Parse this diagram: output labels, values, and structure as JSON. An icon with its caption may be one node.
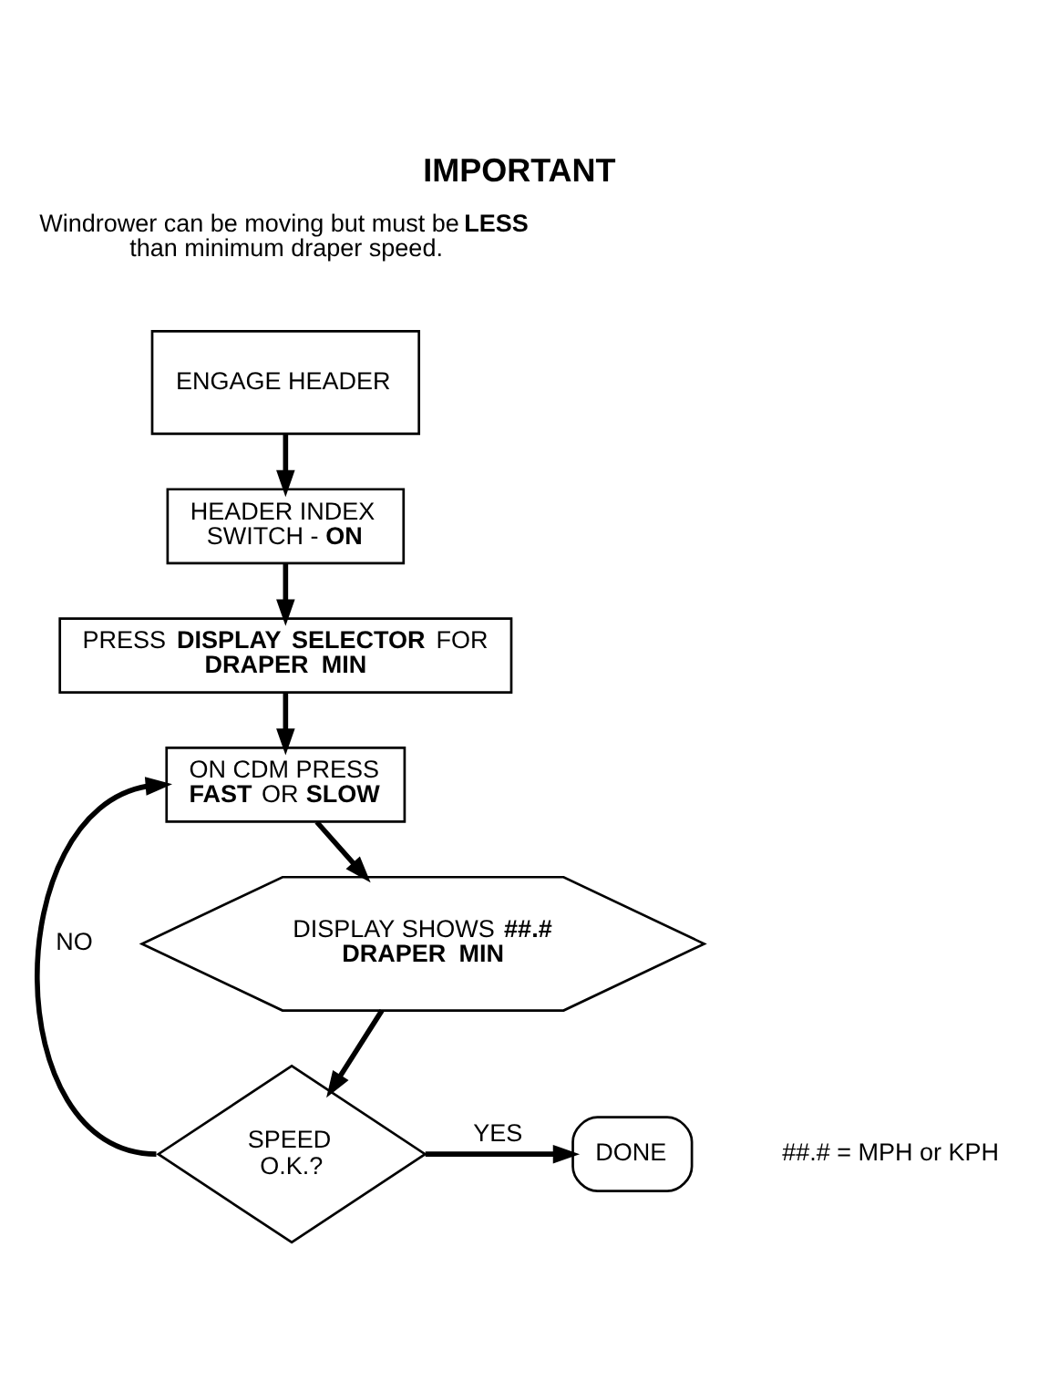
{
  "diagram": {
    "title": "IMPORTANT",
    "nodes": [
      {
        "text": [
          "ENGAGE HEADER"
        ]
      },
      {
        "text": [
          "HEADER INDEX SWITCH - **ON**"
        ]
      },
      {
        "text": [
          "PRESS **DISPLAY SELECTOR** FOR **DRAPER MIN**"
        ]
      },
      {
        "text": [
          "ON CDM PRESS **FAST** OR **SLOW**"
        ]
      },
      {
        "text": [
          "DISPLAY SHOWS **##.# DRAPER MIN**"
        ]
      },
      {
        "text": [
          "SPEED O.K.?"
        ]
      },
      {
        "text": [
          "DONE"
        ]
      }
    ],
    "edges": [
      {
        "from": 0,
        "to": 1,
        "arrow": "to"
      },
      {
        "from": 1,
        "to": 2,
        "arrow": "to"
      },
      {
        "from": 2,
        "to": 3,
        "arrow": "to"
      },
      {
        "from": 3,
        "to": 4,
        "arrow": "to"
      },
      {
        "from": 4,
        "to": 5,
        "arrow": "to"
      },
      {
        "from": 5,
        "to": 6,
        "label": "YES",
        "arrow": "to"
      },
      {
        "from": 5,
        "to": 3,
        "label": "NO",
        "arrow": "to"
      }
    ],
    "labels": [
      "Windrower can be moving but must be **LESS** than minimum draper speed.",
      "##.# = MPH or KPH"
    ]
  }
}
